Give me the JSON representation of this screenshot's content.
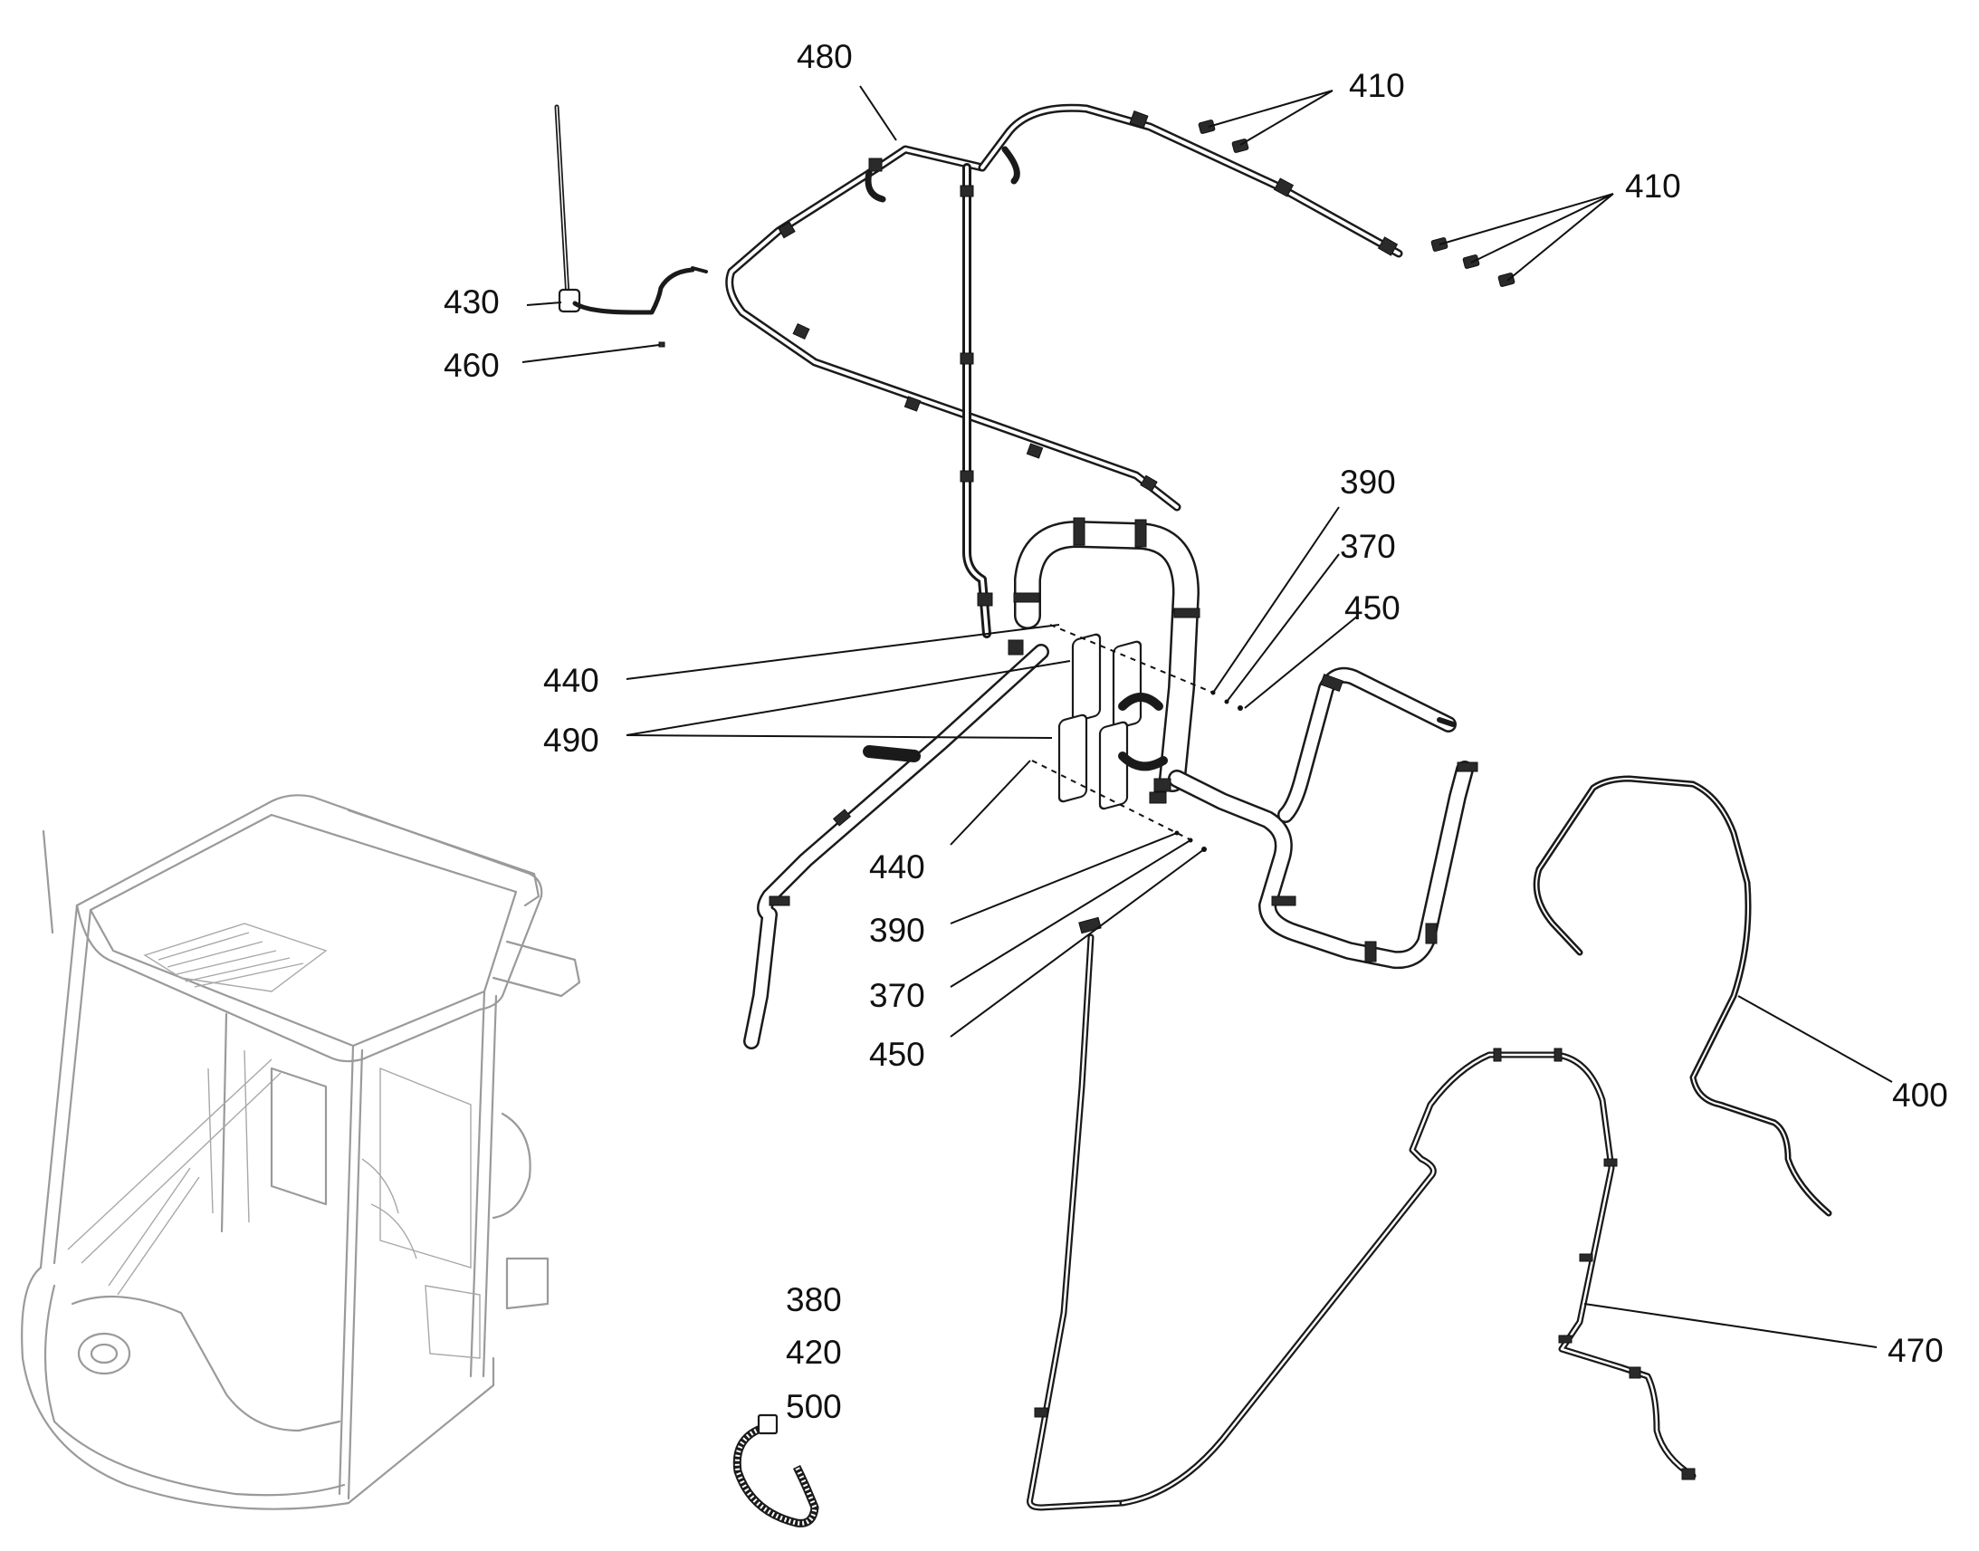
{
  "colors": {
    "ink": "#111111",
    "cab": "#9a9a9a",
    "background": "#ffffff"
  },
  "callouts": {
    "c480": "480",
    "c410a": "410",
    "c410b": "410",
    "c430": "430",
    "c460": "460",
    "c390a": "390",
    "c370a": "370",
    "c450a": "450",
    "c440a": "440",
    "c490": "490",
    "c440b": "440",
    "c390b": "390",
    "c370b": "370",
    "c450b": "450",
    "c400": "400",
    "c470": "470",
    "c380": "380",
    "c420": "420",
    "c500": "500"
  }
}
